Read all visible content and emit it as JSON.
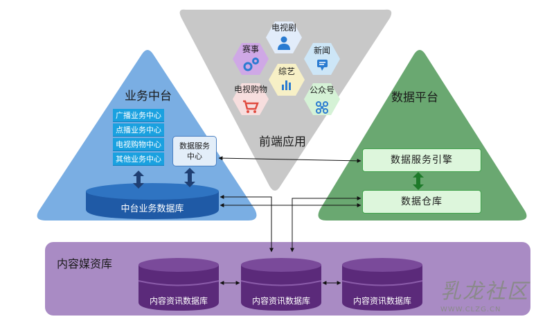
{
  "frontend": {
    "title": "前端应用",
    "items": [
      {
        "label": "电视剧",
        "icon": "person-icon",
        "color": "#e2ecfa"
      },
      {
        "label": "赛事",
        "icon": "gears-icon",
        "color": "#cfa8e6"
      },
      {
        "label": "新闻",
        "icon": "chat-icon",
        "color": "#cde6f7"
      },
      {
        "label": "综艺",
        "icon": "bar-chart-icon",
        "color": "#f7f0c6"
      },
      {
        "label": "电视购物",
        "icon": "cart-icon",
        "color": "#f7dede"
      },
      {
        "label": "公众号",
        "icon": "network-icon",
        "color": "#d5f2d6"
      }
    ]
  },
  "business": {
    "title": "业务中台",
    "items": [
      "广播业务中心",
      "点播业务中心",
      "电视购物中心",
      "其他业务中心"
    ],
    "data_service_line1": "数据服务",
    "data_service_line2": "中心",
    "database": "中台业务数据库"
  },
  "data_platform": {
    "title": "数据平台",
    "engine": "数据服务引擎",
    "warehouse": "数据仓库"
  },
  "content": {
    "title": "内容媒资库",
    "databases": [
      "内容资讯数据库",
      "内容资讯数据库",
      "内容资讯数据库"
    ]
  },
  "watermark": {
    "text": "乳龙社区",
    "url": "WWW.CLZG.CN"
  },
  "colors": {
    "frontend_triangle": "#c8c8c8",
    "business_triangle": "#7aaee3",
    "data_triangle": "#6aa871",
    "content_band": "#a98bc4",
    "biz_db": "#1f5aa6",
    "content_db": "#5b2a7a"
  }
}
